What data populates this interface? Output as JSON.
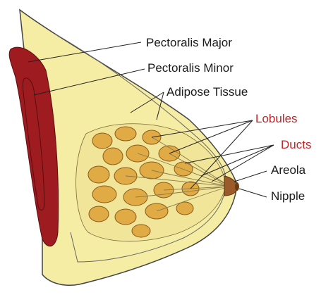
{
  "labels": {
    "pectoralis_major": "Pectoralis Major",
    "pectoralis_minor": "Pectoralis Minor",
    "adipose_tissue": "Adipose Tissue",
    "lobules": "Lobules",
    "ducts": "Ducts",
    "areola": "Areola",
    "nipple": "Nipple"
  },
  "colors": {
    "label_text": "#1a1a1a",
    "highlight_text": "#c0262a",
    "muscle": "#9e1b1f",
    "tissue": "#f5eda3",
    "lobule": "#e0ab45",
    "outline": "#555555",
    "areola": "#9a5a2a"
  }
}
